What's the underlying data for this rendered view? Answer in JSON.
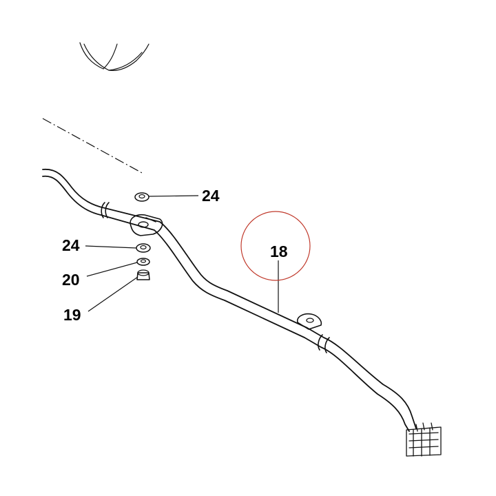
{
  "callouts": {
    "c24_top": "24",
    "c24_left": "24",
    "c20": "20",
    "c19": "19",
    "c18": "18"
  },
  "colors": {
    "line": "#111111",
    "highlight_circle": "#c0392b"
  }
}
